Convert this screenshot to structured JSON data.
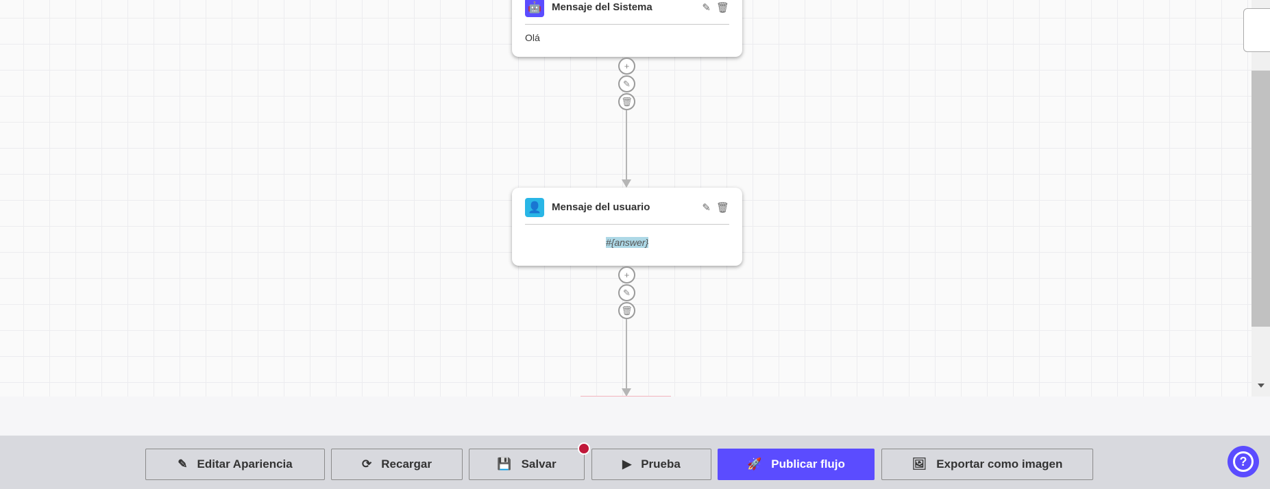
{
  "nodes": [
    {
      "type": "system",
      "title": "Mensaje del Sistema",
      "content": "Olá",
      "color": "#5b4cff",
      "icon": "robot-icon"
    },
    {
      "type": "user",
      "title": "Mensaje del usuario",
      "content": "#{answer}",
      "color": "#29b6e6",
      "icon": "user-icon"
    }
  ],
  "toolbar": {
    "edit_appearance": "Editar Apariencia",
    "reload": "Recargar",
    "save": "Salvar",
    "test": "Prueba",
    "publish": "Publicar flujo",
    "export": "Exportar como imagen",
    "accent": "#5b4cff",
    "unsaved_dot": "#c0183a"
  },
  "help_icon": "?"
}
